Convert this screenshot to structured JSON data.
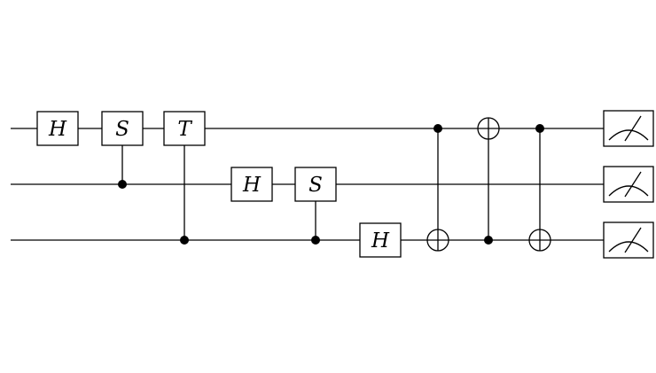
{
  "circuit": {
    "qubits": [
      {
        "id": "q0"
      },
      {
        "id": "q1"
      },
      {
        "id": "q2"
      }
    ],
    "gates": [
      {
        "type": "single",
        "label": "H",
        "qubit": 0
      },
      {
        "type": "controlled",
        "label": "S",
        "target": 0,
        "control": 1
      },
      {
        "type": "controlled",
        "label": "T",
        "target": 0,
        "control": 2
      },
      {
        "type": "single",
        "label": "H",
        "qubit": 1
      },
      {
        "type": "controlled",
        "label": "S",
        "target": 1,
        "control": 2
      },
      {
        "type": "single",
        "label": "H",
        "qubit": 2
      },
      {
        "type": "cnot",
        "control": 0,
        "target": 2
      },
      {
        "type": "cnot",
        "control": 2,
        "target": 0
      },
      {
        "type": "cnot",
        "control": 0,
        "target": 2
      }
    ],
    "measurements": [
      0,
      1,
      2
    ]
  }
}
